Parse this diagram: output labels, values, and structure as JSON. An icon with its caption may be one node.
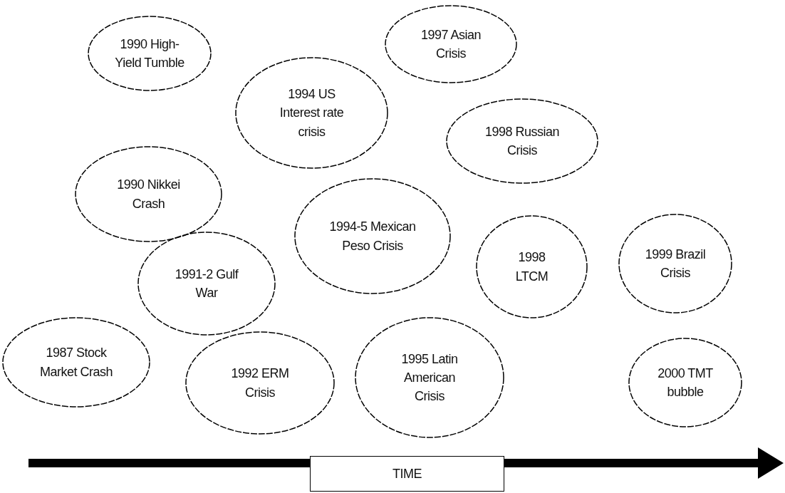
{
  "diagram": {
    "nodes": [
      {
        "text": [
          "1990 High-Yield Tumble"
        ]
      },
      {
        "text": [
          "1997 Asian Crisis"
        ]
      },
      {
        "text": [
          "1994 US Interest rate crisis"
        ]
      },
      {
        "text": [
          "1998 Russian Crisis"
        ]
      },
      {
        "text": [
          "1990 Nikkei Crash"
        ]
      },
      {
        "text": [
          "1994-5 Mexican Peso Crisis"
        ]
      },
      {
        "text": [
          "1998 LTCM"
        ]
      },
      {
        "text": [
          "1999 Brazil Crisis"
        ]
      },
      {
        "text": [
          "1991-2 Gulf War"
        ]
      },
      {
        "text": [
          "1987 Stock Market Crash"
        ]
      },
      {
        "text": [
          "1992 ERM Crisis"
        ]
      },
      {
        "text": [
          "1995 Latin American Crisis"
        ]
      },
      {
        "text": [
          "2000 TMT bubble"
        ]
      },
      {
        "text": [
          "TIME"
        ]
      }
    ],
    "edges": []
  }
}
